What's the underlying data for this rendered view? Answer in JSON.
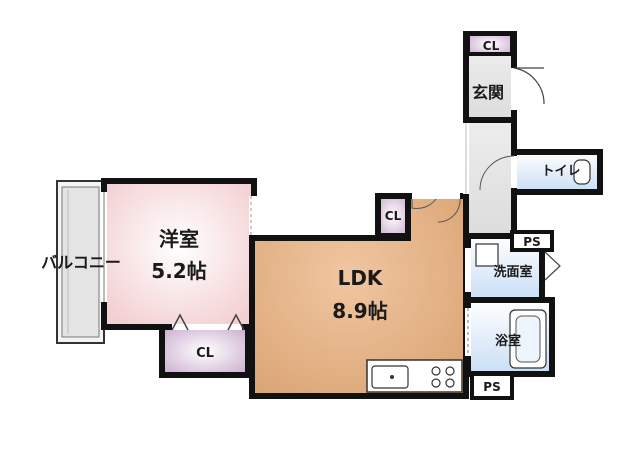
{
  "rooms": {
    "western_room": {
      "name": "洋室",
      "size": "5.2帖"
    },
    "ldk": {
      "name": "LDK",
      "size": "8.9帖"
    },
    "balcony": "バルコニー",
    "entrance": "玄関",
    "toilet": "トイレ",
    "washroom": "洗面室",
    "bathroom": "浴室"
  },
  "closets": {
    "top": "CL",
    "middle": "CL",
    "bottom": "CL"
  },
  "pipe_spaces": {
    "upper": "PS",
    "lower": "PS"
  },
  "colors": {
    "wall": "#111111",
    "ldk_floor": "#e2b287",
    "western_floor": "#f6dcdc",
    "closet_floor": "#cdb6cf",
    "wet_area_floor": "#d6e6f6",
    "corridor_floor": "#e6e6e6",
    "balcony_floor": "#f1f1f1"
  }
}
